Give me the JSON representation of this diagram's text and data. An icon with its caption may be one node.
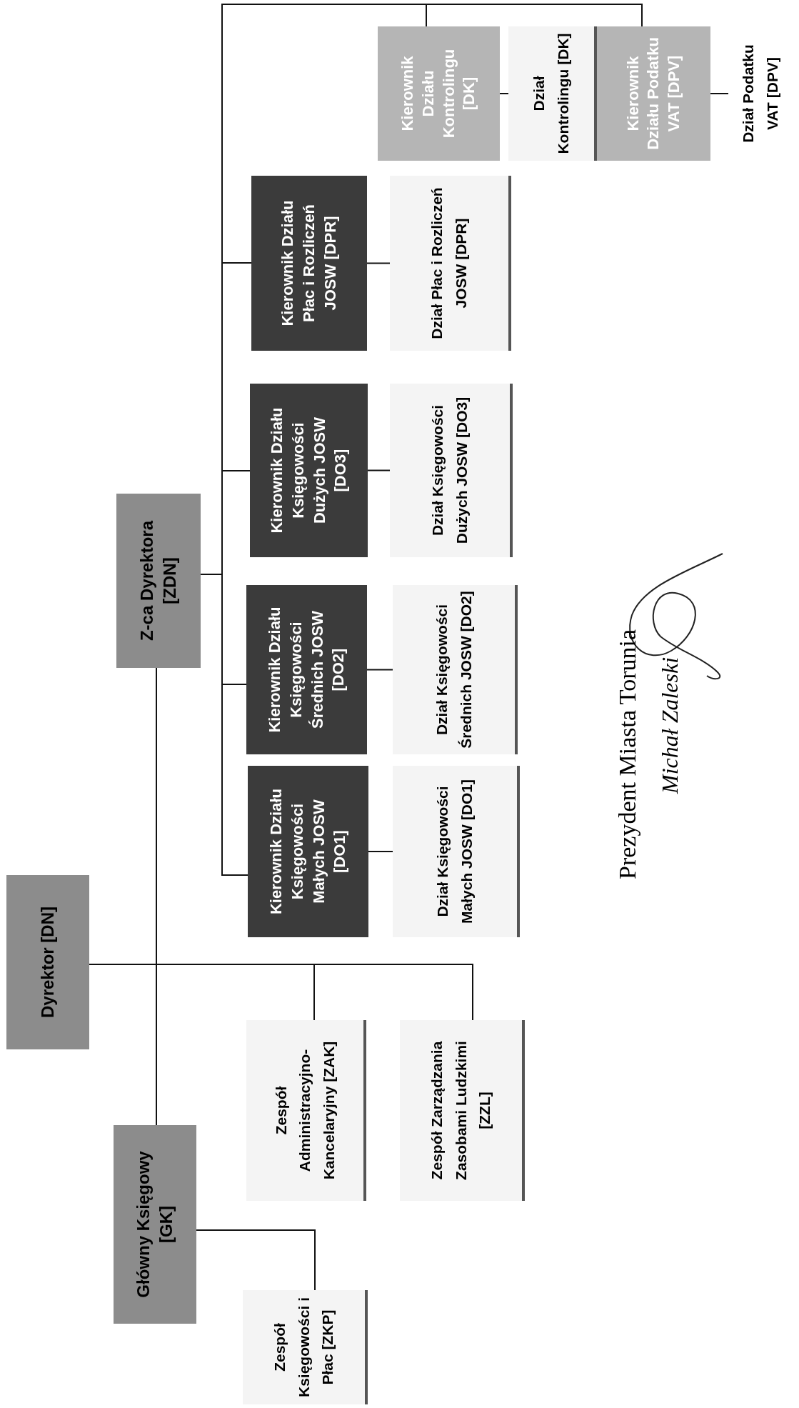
{
  "diagram": {
    "nodes": [
      {
        "text": [
          "Dyrektor [DN]"
        ]
      },
      {
        "text": [
          "Główny Księgowy [GK]"
        ]
      },
      {
        "text": [
          "Z-ca Dyrektora [ZDN]"
        ]
      },
      {
        "text": [
          "Zespół Księgowości i Płac [ZKP]"
        ]
      },
      {
        "text": [
          "Zespół Administracyjno- Kancelaryjny [ZAK]"
        ]
      },
      {
        "text": [
          "Zespół Zarządzania Zasobami Ludzkimi [ZZL]"
        ]
      },
      {
        "text": [
          "Kierownik Działu Księgowości Małych JOSW [DO1]"
        ]
      },
      {
        "text": [
          "Dział Księgowości Małych JOSW [DO1]"
        ]
      },
      {
        "text": [
          "Kierownik Działu Księgowości Średnich JOSW [DO2]"
        ]
      },
      {
        "text": [
          "Dział Księgowości Średnich JOSW [DO2]"
        ]
      },
      {
        "text": [
          "Kierownik Działu Księgowości Dużych JOSW [DO3]"
        ]
      },
      {
        "text": [
          "Dział Księgowości Dużych JOSW [DO3]"
        ]
      },
      {
        "text": [
          "Kierownik Działu Płac i Rozliczeń JOSW [DPR]"
        ]
      },
      {
        "text": [
          "Dział Płac i Rozliczeń JOSW [DPR]"
        ]
      },
      {
        "text": [
          "Kierownik Działu Kontrolingu [DK]"
        ]
      },
      {
        "text": [
          "Dział Kontrolingu [DK]"
        ]
      },
      {
        "text": [
          "Kierownik Działu Podatku VAT [DPV]"
        ]
      },
      {
        "text": [
          "Dział Podatku VAT [DPV]"
        ]
      }
    ],
    "edges": [
      {
        "from": 0,
        "to": 1,
        "arrow": "none"
      },
      {
        "from": 0,
        "to": 2,
        "arrow": "none"
      },
      {
        "from": 0,
        "to": 4,
        "arrow": "none"
      },
      {
        "from": 0,
        "to": 5,
        "arrow": "none"
      },
      {
        "from": 1,
        "to": 3,
        "arrow": "none"
      },
      {
        "from": 2,
        "to": 6,
        "arrow": "none"
      },
      {
        "from": 2,
        "to": 8,
        "arrow": "none"
      },
      {
        "from": 2,
        "to": 10,
        "arrow": "none"
      },
      {
        "from": 2,
        "to": 12,
        "arrow": "none"
      },
      {
        "from": 2,
        "to": 14,
        "arrow": "none"
      },
      {
        "from": 2,
        "to": 16,
        "arrow": "none"
      },
      {
        "from": 6,
        "to": 7,
        "arrow": "none"
      },
      {
        "from": 8,
        "to": 9,
        "arrow": "none"
      },
      {
        "from": 10,
        "to": 11,
        "arrow": "none"
      },
      {
        "from": 12,
        "to": 13,
        "arrow": "none"
      },
      {
        "from": 14,
        "to": 15,
        "arrow": "none"
      },
      {
        "from": 16,
        "to": 17,
        "arrow": "none"
      }
    ],
    "labels": [
      "Prezydent Miasta Torunia",
      "Michał Zaleski"
    ]
  }
}
